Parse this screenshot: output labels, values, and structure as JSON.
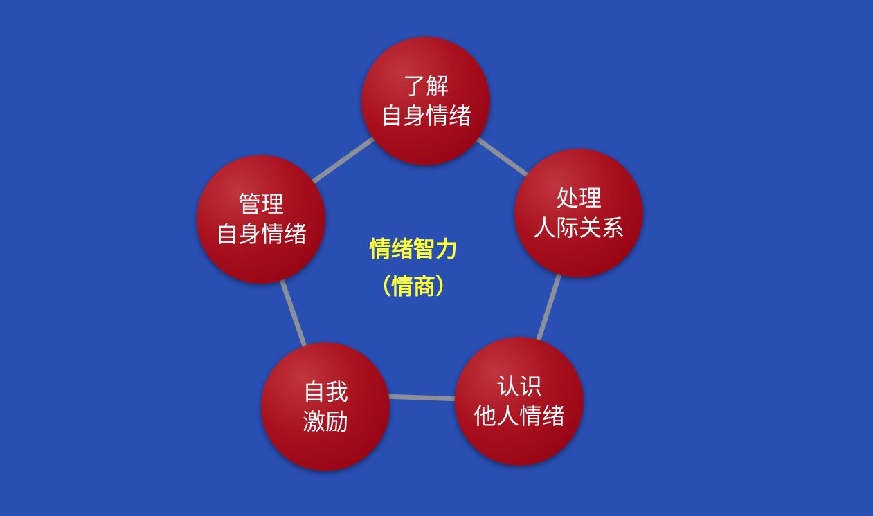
{
  "center": {
    "title": "情绪智力",
    "subtitle": "（情商）"
  },
  "nodes": [
    {
      "line1": "了解",
      "line2": "自身情绪"
    },
    {
      "line1": "处理",
      "line2": "人际关系"
    },
    {
      "line1": "认识",
      "line2": "他人情绪"
    },
    {
      "line1": "自我",
      "line2": "激励"
    },
    {
      "line1": "管理",
      "line2": "自身情绪"
    }
  ],
  "colors": {
    "background": "#2a4fb3",
    "node": "#a8101e",
    "connector": "#8a8f99",
    "center_text": "#ffff33",
    "node_text": "#ffffff"
  }
}
